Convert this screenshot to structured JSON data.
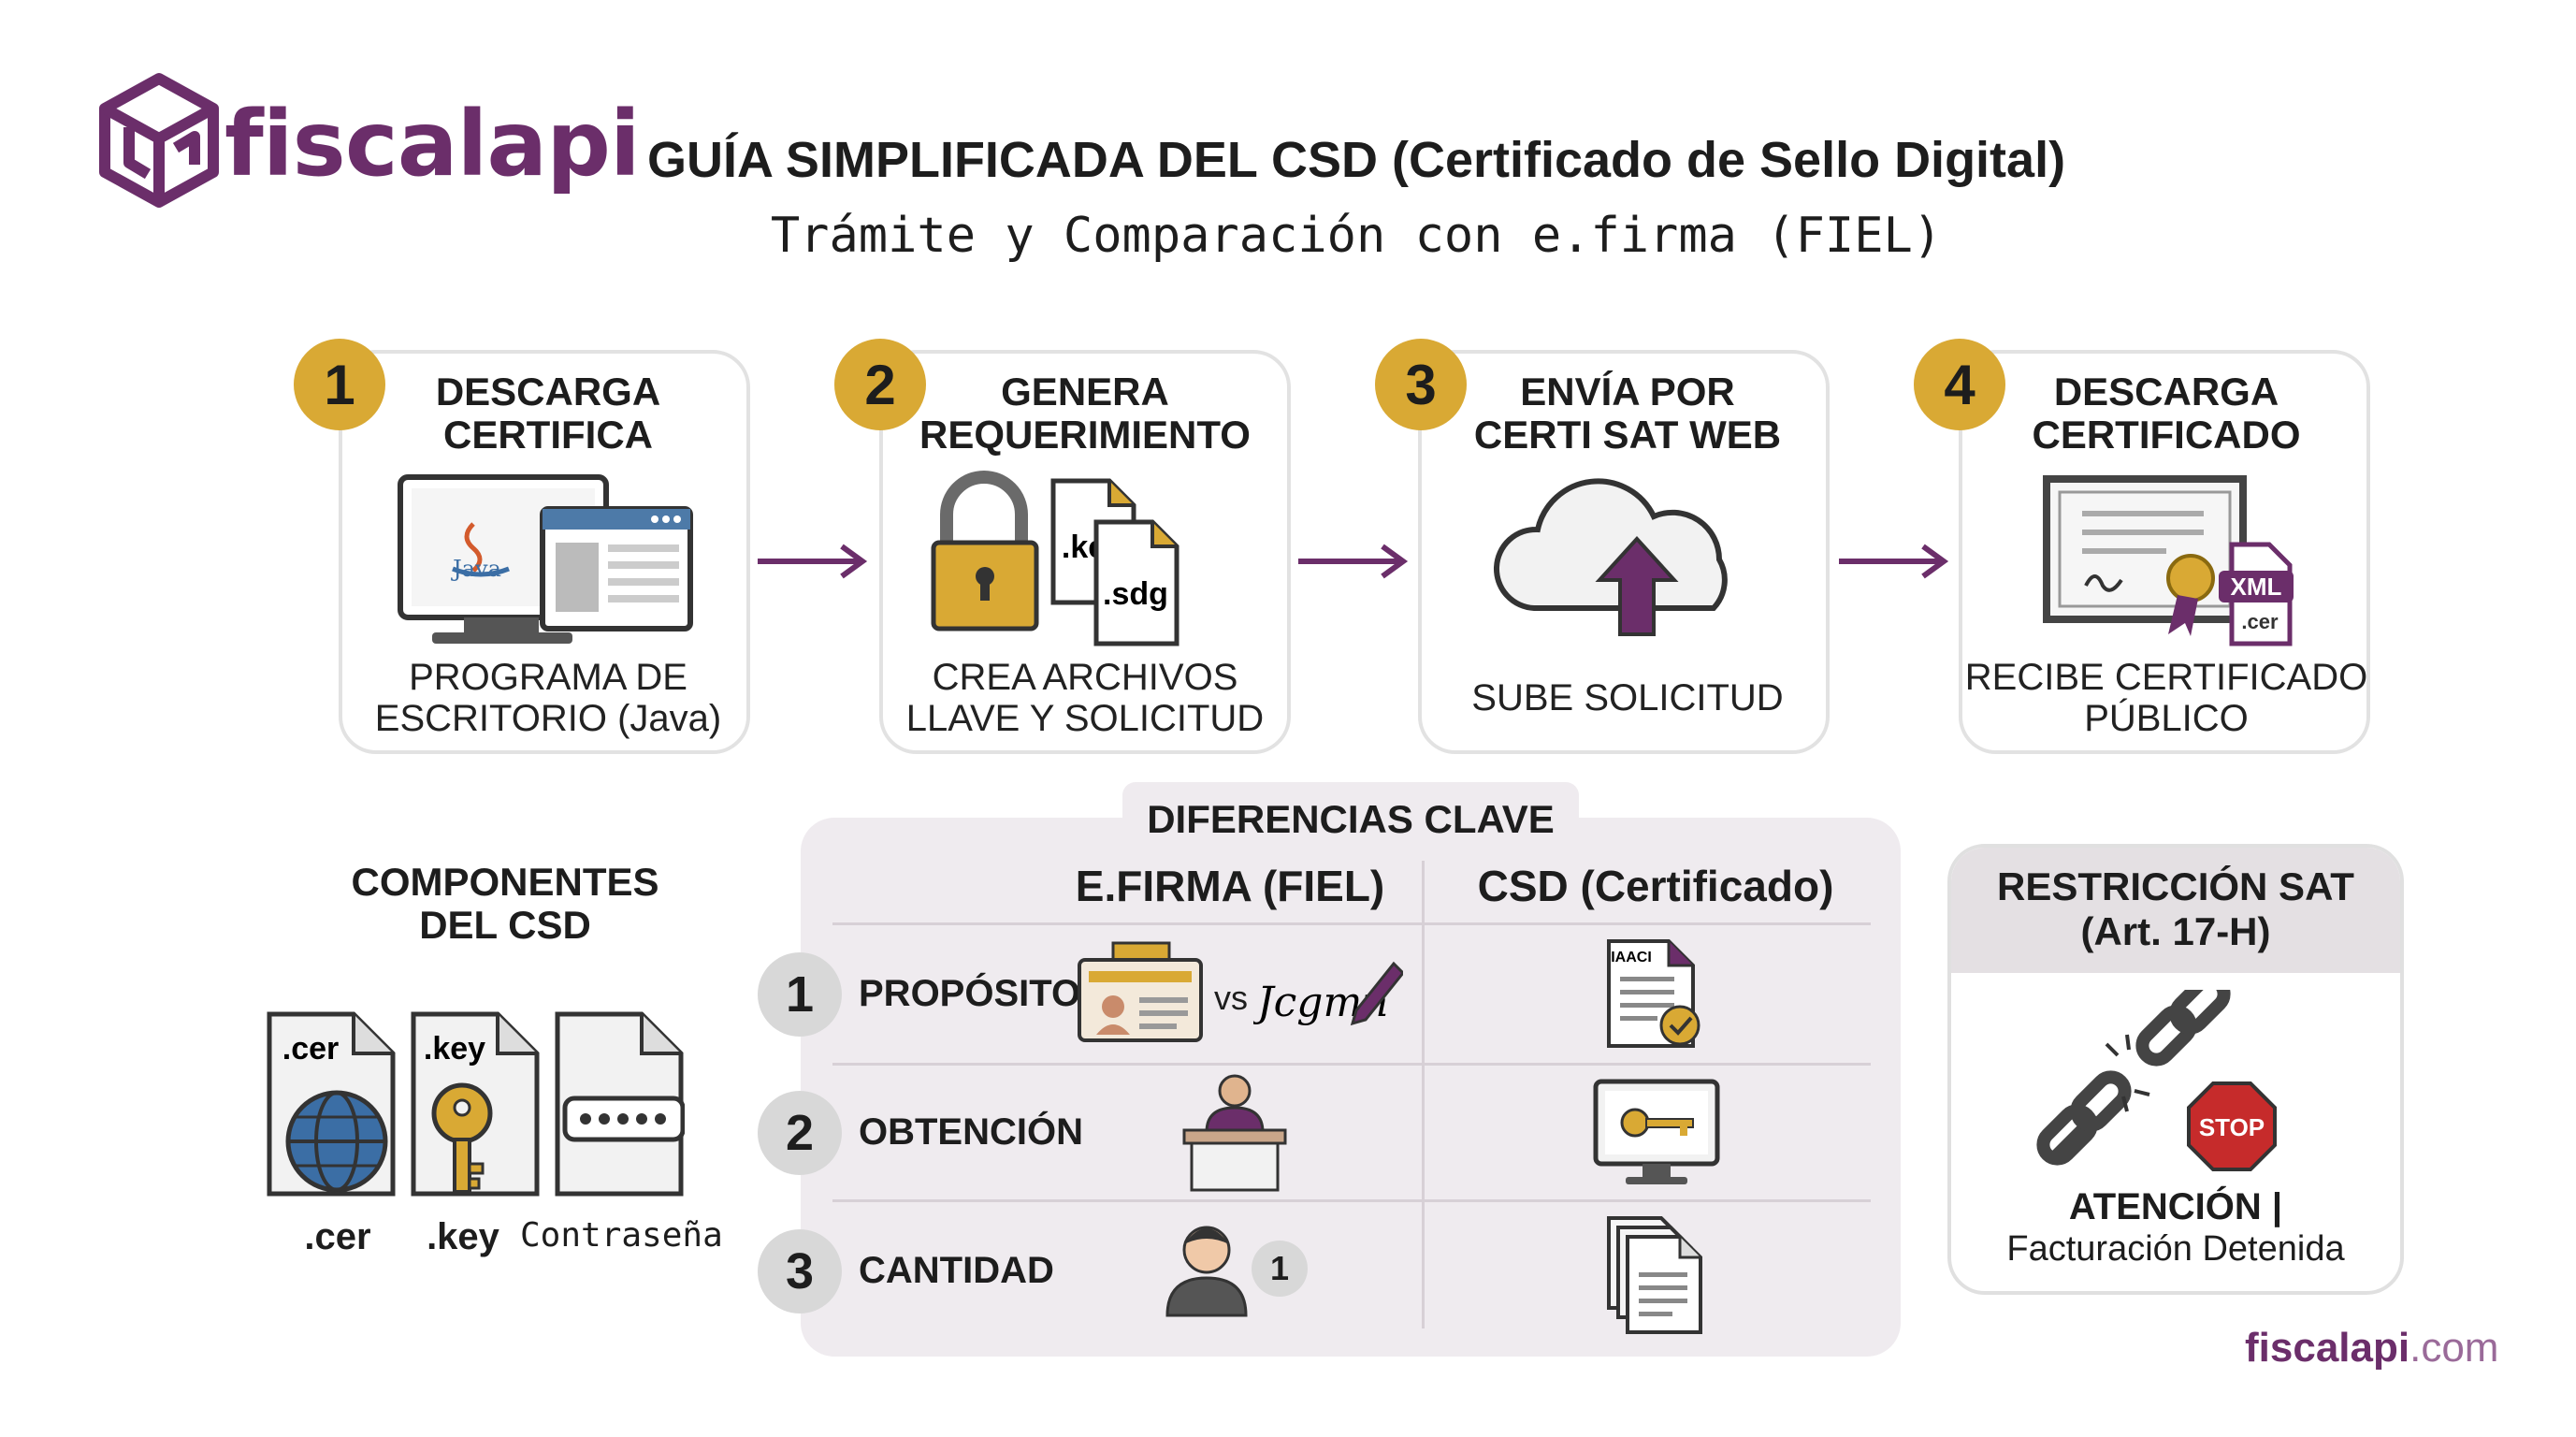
{
  "brand": {
    "name": "fiscalapi",
    "footer_domain": "fiscalapi",
    "footer_tld": ".com",
    "color": "#6b2e6a"
  },
  "header": {
    "title": "GUÍA SIMPLIFICADA DEL CSD (Certificado de Sello Digital)",
    "subtitle": "Trámite y Comparación con e.firma (FIEL)"
  },
  "steps": [
    {
      "number": "1",
      "title_line1": "DESCARGA",
      "title_line2": "CERTIFICA",
      "desc_line1": "PROGRAMA DE",
      "desc_line2": "ESCRITORIO (Java)",
      "icon": "java-desktop-icon",
      "icon_text": "Java"
    },
    {
      "number": "2",
      "title_line1": "GENERA",
      "title_line2": "REQUERIMIENTO",
      "desc_line1": "CREA ARCHIVOS",
      "desc_line2": "LLAVE Y SOLICITUD",
      "icon": "padlock-files-icon",
      "file1": ".key",
      "file2": ".sdg"
    },
    {
      "number": "3",
      "title_line1": "ENVÍA POR",
      "title_line2": "CERTI SAT WEB",
      "desc_line1": "SUBE SOLICITUD",
      "desc_line2": "",
      "icon": "cloud-upload-icon"
    },
    {
      "number": "4",
      "title_line1": "DESCARGA",
      "title_line2": "CERTIFICADO",
      "desc_line1": "RECIBE CERTIFICADO",
      "desc_line2": "PÚBLICO",
      "icon": "certificate-xml-icon",
      "badge1": "XML",
      "badge2": ".cer"
    }
  ],
  "components": {
    "title_line1": "COMPONENTES",
    "title_line2": "DEL CSD",
    "files": [
      {
        "tag": ".cer",
        "label": ".cer",
        "icon": "globe-icon"
      },
      {
        "tag": ".key",
        "label": ".key",
        "icon": "key-icon"
      },
      {
        "tag": "",
        "label": "Contraseña",
        "icon": "password-icon"
      }
    ]
  },
  "differences": {
    "title": "DIFERENCIAS CLAVE",
    "col1": "E.FIRMA (FIEL)",
    "col2": "CSD (Certificado)",
    "rows": [
      {
        "number": "1",
        "label": "PROPÓSITO",
        "vs": "vs",
        "signature": "Jcgmn",
        "doc_tag": "IAACI"
      },
      {
        "number": "2",
        "label": "OBTENCIÓN"
      },
      {
        "number": "3",
        "label": "CANTIDAD",
        "count": "1"
      }
    ]
  },
  "restriction": {
    "title_line1": "RESTRICCIÓN SAT",
    "title_line2": "(Art. 17-H)",
    "stop": "STOP",
    "attention": "ATENCIÓN |",
    "detail": "Facturación Detenida"
  },
  "colors": {
    "accent_gold": "#d9a934",
    "purple": "#6b2e6a",
    "arrow": "#6b2e6a",
    "panel_bg": "#efebef"
  }
}
